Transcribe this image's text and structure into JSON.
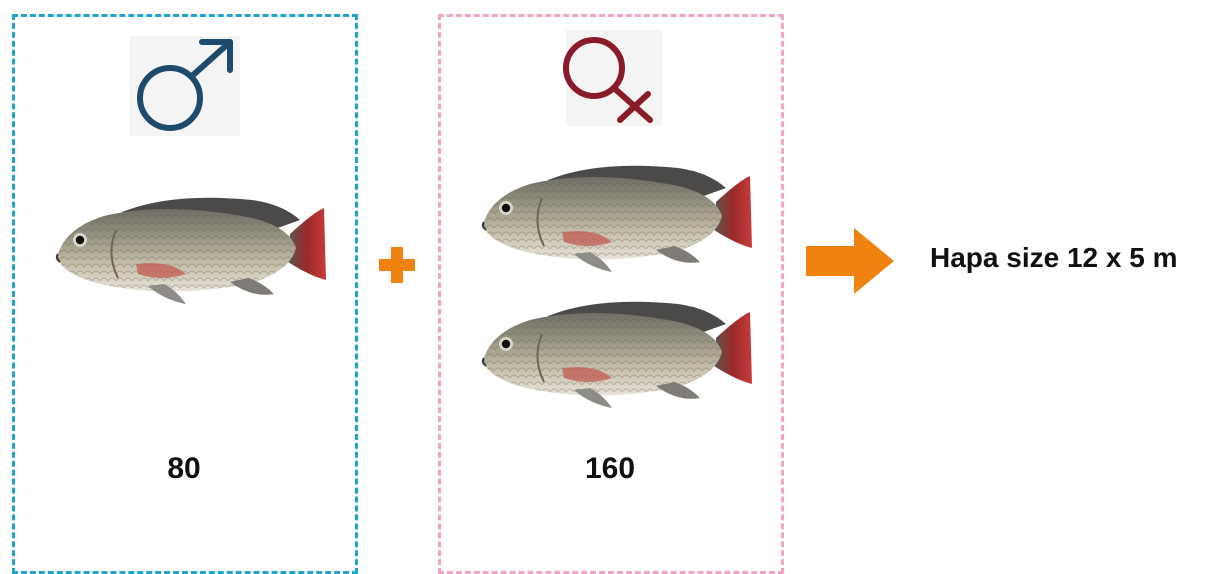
{
  "groups": {
    "male": {
      "symbol": "male-symbol-icon",
      "count": "80",
      "border_color": "#1fa6cf",
      "symbol_color": "#1e4a6b"
    },
    "female": {
      "symbol": "female-symbol-icon",
      "count": "160",
      "border_color": "#f2a3c7",
      "symbol_color": "#8a1b2a"
    }
  },
  "operator": {
    "icon": "plus-icon",
    "color": "#f0820f"
  },
  "result": {
    "icon": "arrow-right-icon",
    "label": "Hapa size 12 x 5 m",
    "color": "#f0820f"
  }
}
